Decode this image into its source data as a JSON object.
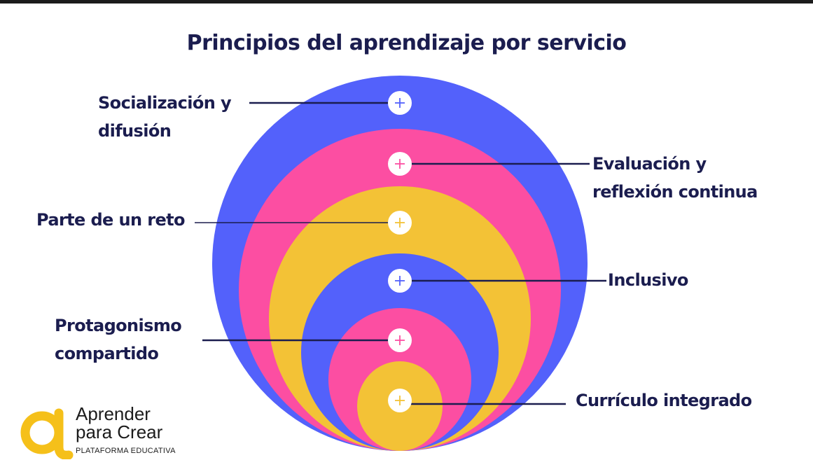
{
  "title": "Principios del aprendizaje por servicio",
  "colors": {
    "blue": "#5361fb",
    "pink": "#fc4ea2",
    "yellow": "#f3c236",
    "navy": "#1b1d4f"
  },
  "principles": [
    {
      "line1": "Socialización y",
      "line2": "difusión",
      "side": "left",
      "icon": "plus-icon"
    },
    {
      "line1": "Evaluación y",
      "line2": "reflexión continua",
      "side": "right",
      "icon": "plus-icon"
    },
    {
      "line1": "Parte de un reto",
      "line2": "",
      "side": "left",
      "icon": "plus-icon"
    },
    {
      "line1": "Inclusivo",
      "line2": "",
      "side": "right",
      "icon": "plus-icon"
    },
    {
      "line1": "Protagonismo",
      "line2": "compartido",
      "side": "left",
      "icon": "plus-icon"
    },
    {
      "line1": "Currículo  integrado",
      "line2": "",
      "side": "right",
      "icon": "plus-icon"
    }
  ],
  "logo": {
    "line1": "Aprender",
    "line2": "para Crear",
    "tagline": "PLATAFORMA EDUCATIVA",
    "mark_color": "#f5c01a"
  }
}
